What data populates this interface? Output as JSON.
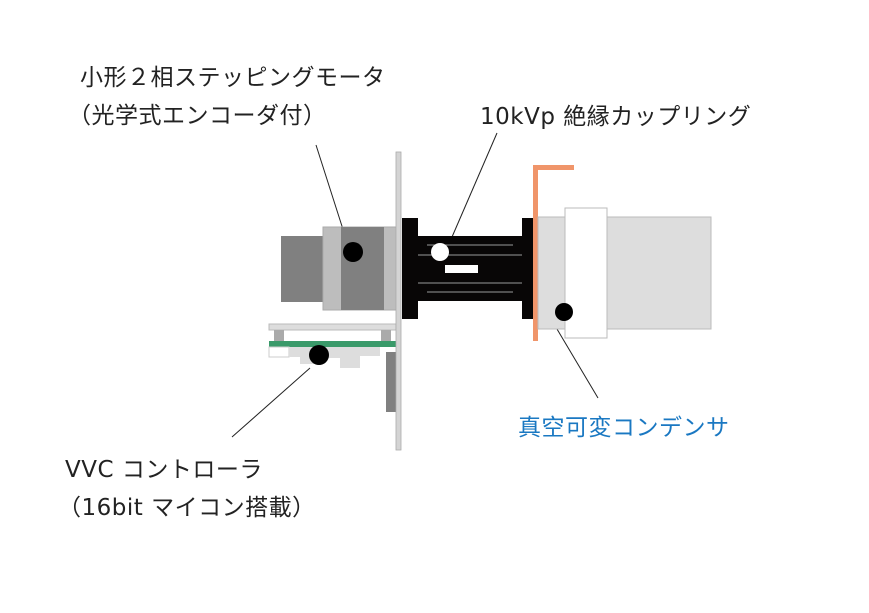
{
  "labels": {
    "motor_line1": "小形２相ステッピングモータ",
    "motor_line2": "（光学式エンコーダ付）",
    "coupling": "10kVp 絶縁カップリング",
    "capacitor": "真空可変コンデンサ",
    "controller_line1": "VVC コントローラ",
    "controller_line2": "（16bit マイコン搭載）"
  },
  "colors": {
    "capacitor_label": "#1a78c2",
    "bracket": "#f0956a",
    "pcb": "#3a9a6a"
  }
}
